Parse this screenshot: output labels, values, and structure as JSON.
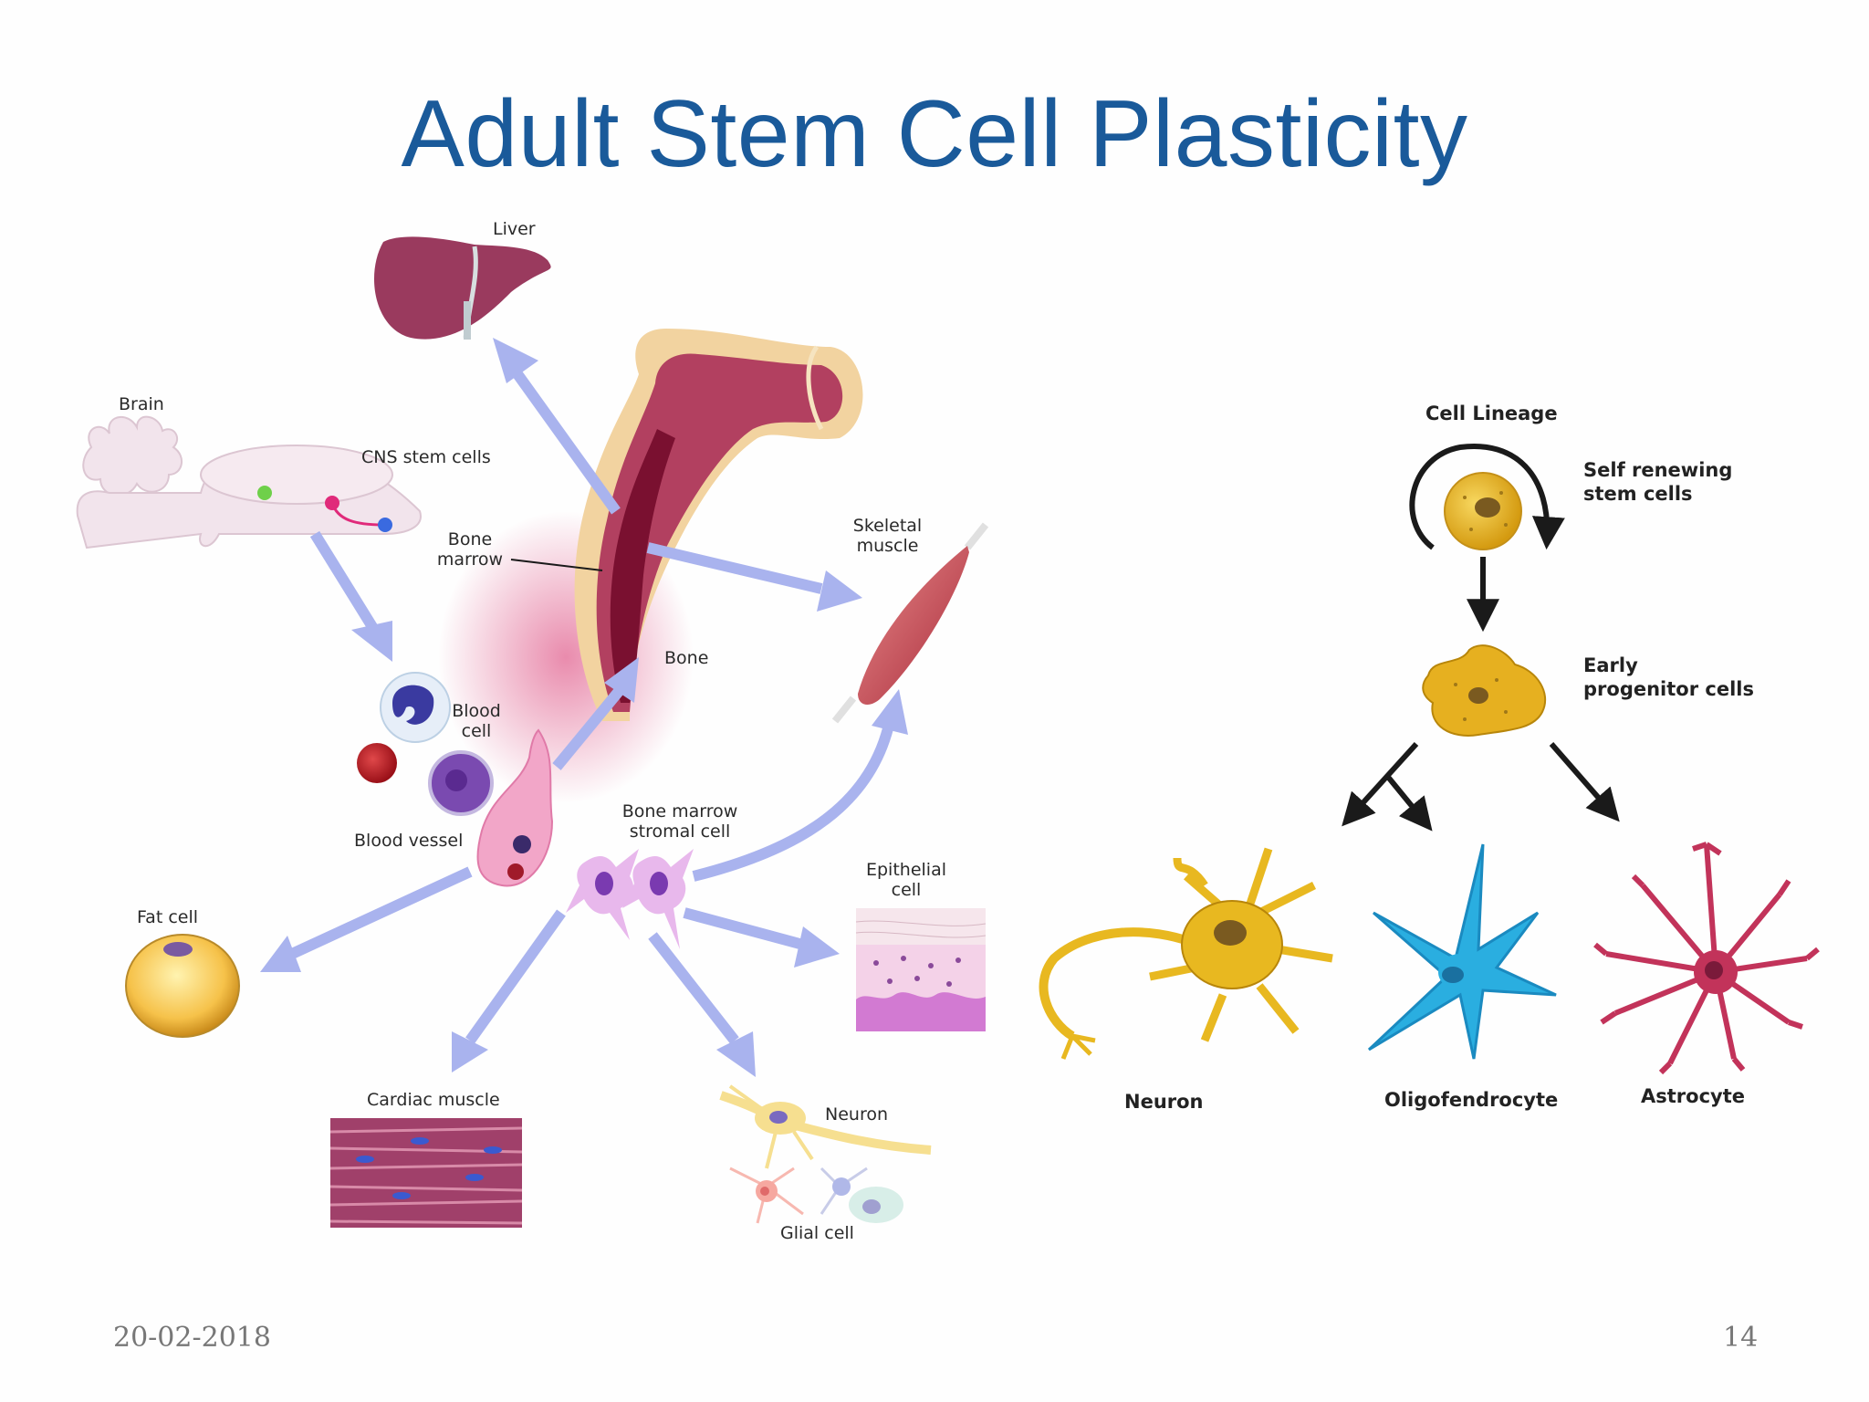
{
  "slide": {
    "title": "Adult Stem Cell Plasticity",
    "date": "20-02-2018",
    "page_number": "14"
  },
  "left_diagram": {
    "labels": {
      "liver": "Liver",
      "brain": "Brain",
      "cns_stem_cells": "CNS stem cells",
      "bone_marrow_1": "Bone",
      "bone_marrow_2": "marrow",
      "skeletal_muscle_1": "Skeletal",
      "skeletal_muscle_2": "muscle",
      "bone": "Bone",
      "blood_cell_1": "Blood",
      "blood_cell_2": "cell",
      "blood_vessel": "Blood vessel",
      "stromal_1": "Bone marrow",
      "stromal_2": "stromal cell",
      "epithelial_1": "Epithelial",
      "epithelial_2": "cell",
      "fat_cell": "Fat cell",
      "cardiac_muscle": "Cardiac muscle",
      "neuron": "Neuron",
      "glial_cell": "Glial cell"
    }
  },
  "right_diagram": {
    "title": "Cell Lineage",
    "labels": {
      "self_renewing_1": "Self renewing",
      "self_renewing_2": "stem cells",
      "early_progenitor_1": "Early",
      "early_progenitor_2": "progenitor cells",
      "neuron": "Neuron",
      "oligodendrocyte": "Oligofendrocyte",
      "astrocyte": "Astrocyte"
    }
  },
  "colors": {
    "title": "#1a5a9a",
    "arrow": "#a9b3ee",
    "lineage_arrow": "#1a1a1a",
    "neuron": "#e8b820",
    "oligodendrocyte": "#2aaee0",
    "astrocyte": "#c2335a",
    "liver": "#9a3a5e",
    "bone_marrow": "#8a1a3a"
  }
}
